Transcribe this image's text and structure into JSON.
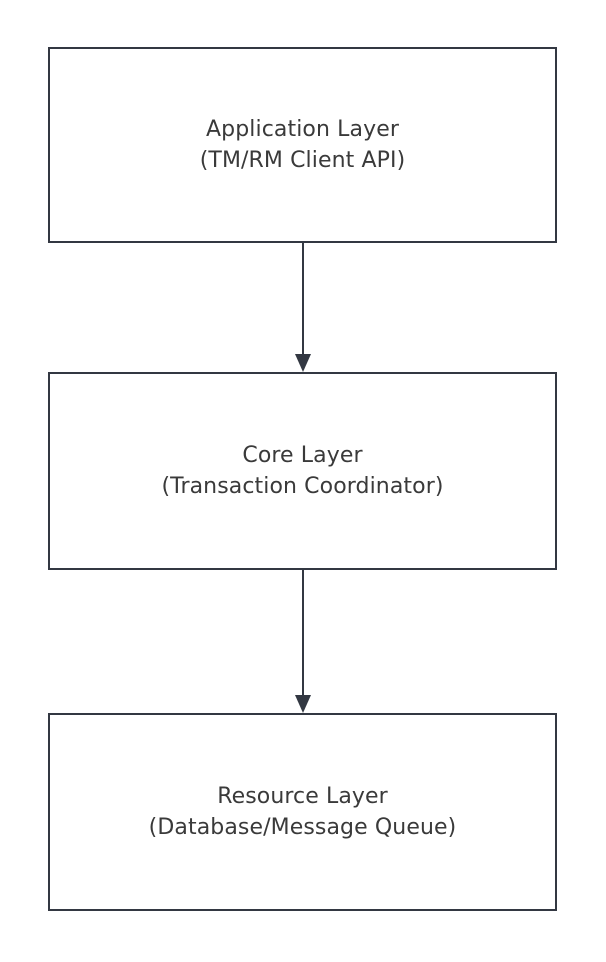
{
  "diagram": {
    "type": "layered-architecture-flow",
    "orientation": "vertical-top-down",
    "background_color": "#ffffff",
    "box_border_color": "#333842",
    "box_fill_color": "#ffffff",
    "text_color": "#3a3a3a",
    "connector_color": "#333842",
    "nodes": [
      {
        "id": "application-layer",
        "title": "Application Layer",
        "subtitle": "(TM/RM Client API)"
      },
      {
        "id": "core-layer",
        "title": "Core Layer",
        "subtitle": "(Transaction Coordinator)"
      },
      {
        "id": "resource-layer",
        "title": "Resource Layer",
        "subtitle": "(Database/Message Queue)"
      }
    ],
    "connectors": [
      {
        "id": "app-to-core",
        "from": "application-layer",
        "to": "core-layer",
        "arrowhead": "solid-triangle-down"
      },
      {
        "id": "core-to-resource",
        "from": "core-layer",
        "to": "resource-layer",
        "arrowhead": "solid-triangle-down"
      }
    ]
  }
}
